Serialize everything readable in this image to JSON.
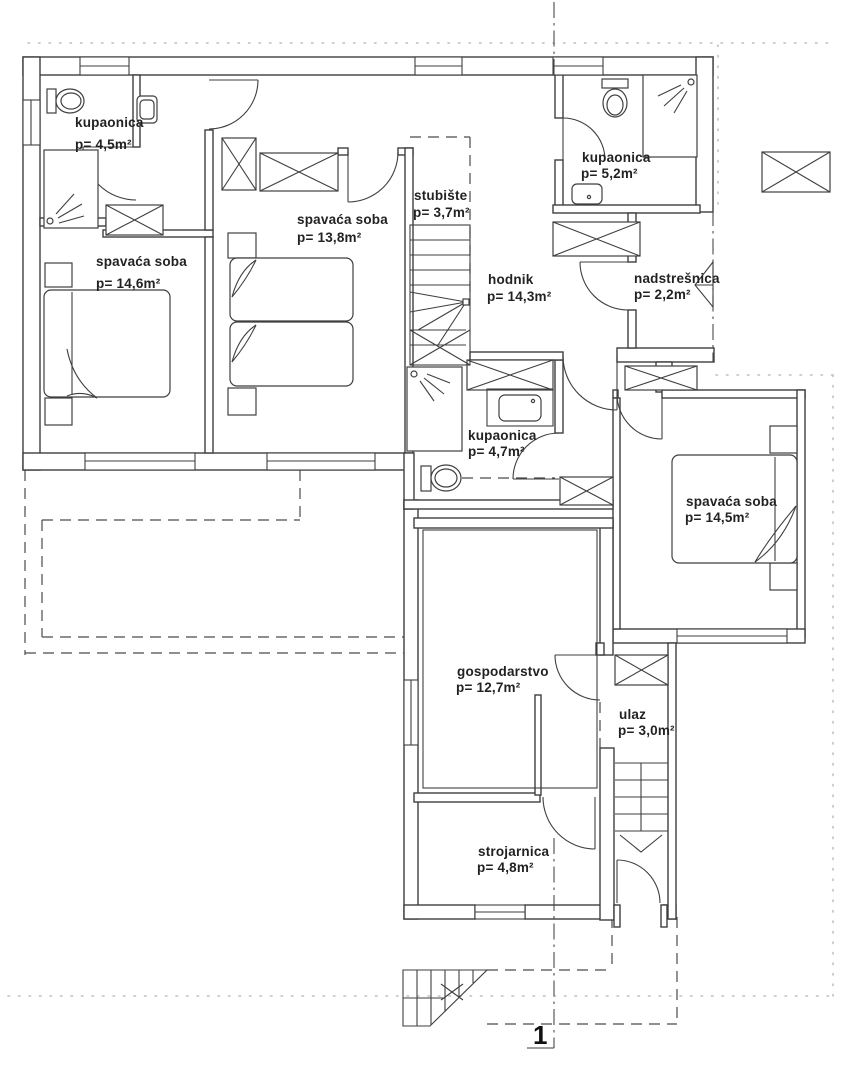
{
  "drawing": {
    "type": "floor-plan",
    "section_marker": "1",
    "colors": {
      "line": "#3f3f3f",
      "dashed": "#4a4a4a",
      "dotted": "#bdbdbd",
      "text": "#222222",
      "background": "#ffffff"
    }
  },
  "rooms": [
    {
      "id": "kupaonica-1",
      "name": "kupaonica",
      "area": "p= 4,5m²"
    },
    {
      "id": "spavaca-1",
      "name": "spavaća soba",
      "area": "p= 14,6m²"
    },
    {
      "id": "spavaca-2",
      "name": "spavaća soba",
      "area": "p= 13,8m²"
    },
    {
      "id": "stubiste",
      "name": "stubište",
      "area": "p= 3,7m²"
    },
    {
      "id": "hodnik",
      "name": "hodnik",
      "area": "p= 14,3m²"
    },
    {
      "id": "kupaonica-2",
      "name": "kupaonica",
      "area": "p= 5,2m²"
    },
    {
      "id": "nadstresnica",
      "name": "nadstrešnica",
      "area": "p= 2,2m²"
    },
    {
      "id": "kupaonica-3",
      "name": "kupaonica",
      "area": "p= 4,7m²"
    },
    {
      "id": "spavaca-3",
      "name": "spavaća soba",
      "area": "p= 14,5m²"
    },
    {
      "id": "gospodarstvo",
      "name": "gospodarstvo",
      "area": "p= 12,7m²"
    },
    {
      "id": "ulaz",
      "name": "ulaz",
      "area": "p= 3,0m²"
    },
    {
      "id": "strojarnica",
      "name": "strojarnica",
      "area": "p= 4,8m²"
    }
  ]
}
